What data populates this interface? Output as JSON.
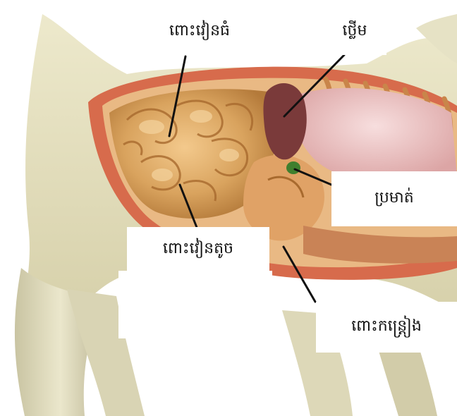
{
  "diagram": {
    "labels": {
      "large_intestine": "ពោះវៀនធំ",
      "liver": "ថ្លើម",
      "gall_bladder": "ប្រមាត់",
      "small_intestine": "ពោះវៀនតូច",
      "stomach": "ពោះកន្ត្រៀង"
    }
  }
}
